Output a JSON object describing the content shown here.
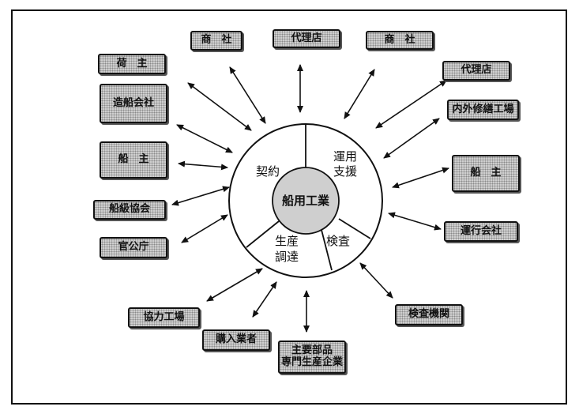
{
  "center": {
    "label": "船用工業"
  },
  "ring": {
    "contract": "契約",
    "operation_line1": "運用",
    "operation_line2": "支援",
    "inspection": "検査",
    "production_line1": "生産",
    "production_line2": "調達"
  },
  "nodes": {
    "shosha_left": "商　社",
    "dairiten_top": "代理店",
    "shosha_right": "商　社",
    "ninushi": "荷　主",
    "dairiten_right": "代理店",
    "zosen": "造船会社",
    "shuzen": "内外修繕工場",
    "senshu_left": "船　主",
    "senshu_right": "船　主",
    "senkyu": "船級協会",
    "unko": "運行会社",
    "kankocho": "官公庁",
    "kyoryoku": "協力工場",
    "kensa_kikan": "検査機関",
    "konyu": "購入業者",
    "buhin_line1": "主要部品",
    "buhin_line2": "専門生産企業"
  }
}
